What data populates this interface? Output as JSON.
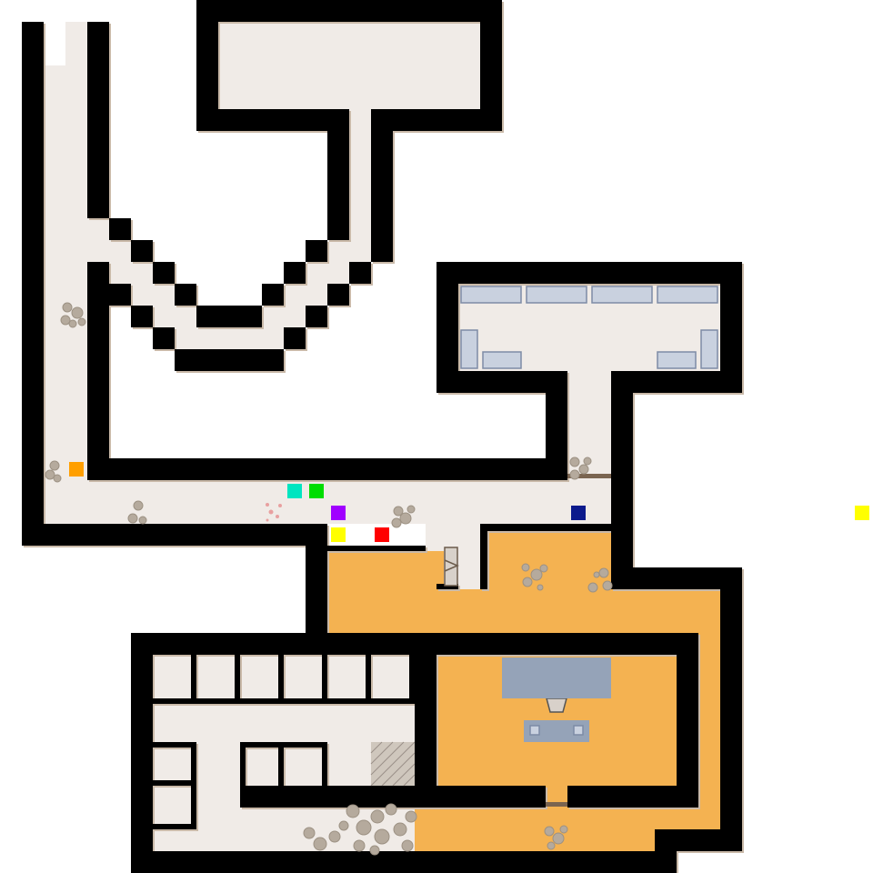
{
  "map": {
    "colors": {
      "wall": "#000000",
      "floor": "#f0ebe7",
      "hazard_floor": "#f4b251",
      "furniture": "#c9d1df",
      "console": "#95a3b8",
      "rubble": "#b5aa9d"
    },
    "markers": [
      {
        "id": "orange",
        "color": "#ff9f00"
      },
      {
        "id": "cyan",
        "color": "#00e5c0"
      },
      {
        "id": "green",
        "color": "#00dd00"
      },
      {
        "id": "purple",
        "color": "#a000ff"
      },
      {
        "id": "yellow",
        "color": "#ffff00"
      },
      {
        "id": "red",
        "color": "#ff0000"
      },
      {
        "id": "navy",
        "color": "#0c1a8c"
      },
      {
        "id": "yellow-far",
        "color": "#ffff00"
      }
    ]
  }
}
